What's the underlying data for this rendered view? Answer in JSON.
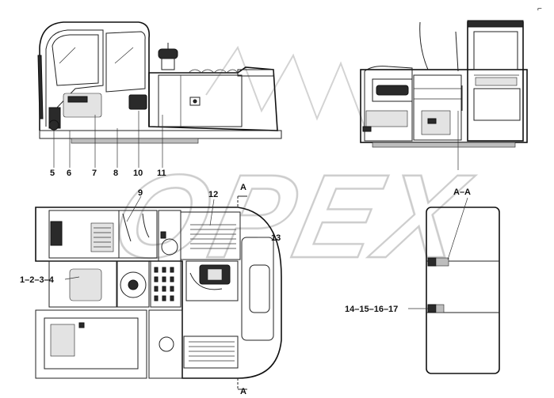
{
  "watermark": "OPEX",
  "section_marker": "A",
  "section_title": "A–A",
  "callouts": {
    "c1_4": "1–2–3–4",
    "c5": "5",
    "c6": "6",
    "c7": "7",
    "c8": "8",
    "c9": "9",
    "c10": "10",
    "c11": "11",
    "c12": "12",
    "c13": "13",
    "c14_17": "14–15–16–17"
  },
  "corner_mark": "⌐"
}
